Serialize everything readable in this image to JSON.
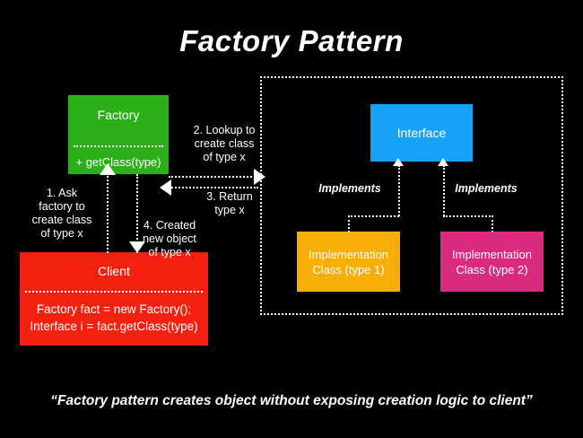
{
  "title": "Factory Pattern",
  "caption": "“Factory pattern creates object without exposing creation logic to client”",
  "colors": {
    "background": "#000000",
    "factory": "#2CB01A",
    "client": "#F42110",
    "interface": "#17A3F5",
    "implementation_1": "#F7AE09",
    "implementation_2": "#DA2C7F",
    "text": "#FFFFFF",
    "connector": "#FFFFFF"
  },
  "boxes": {
    "factory": {
      "title": "Factory",
      "body": "+ getClass(type)"
    },
    "client": {
      "title": "Client",
      "body_line_1": "Factory fact = new Factory();",
      "body_line_2": "Interface i = fact.getClass(type)"
    },
    "interface": {
      "title": "Interface"
    },
    "implementation_1": {
      "line_1": "Implementation",
      "line_2": "Class (type 1)"
    },
    "implementation_2": {
      "line_1": "Implementation",
      "line_2": "Class (type 2)"
    }
  },
  "connectors": {
    "ask": {
      "line_1": "1. Ask",
      "line_2": "factory to",
      "line_3": "create class",
      "line_4": "of type x"
    },
    "lookup": {
      "line_1": "2. Lookup to",
      "line_2": "create class",
      "line_3": "of type x"
    },
    "return": {
      "line_1": "3. Return",
      "line_2": "type x"
    },
    "created": {
      "line_1": "4. Created",
      "line_2": "new object",
      "line_3": "of type x"
    },
    "implements_1": "Implements",
    "implements_2": "Implements"
  }
}
